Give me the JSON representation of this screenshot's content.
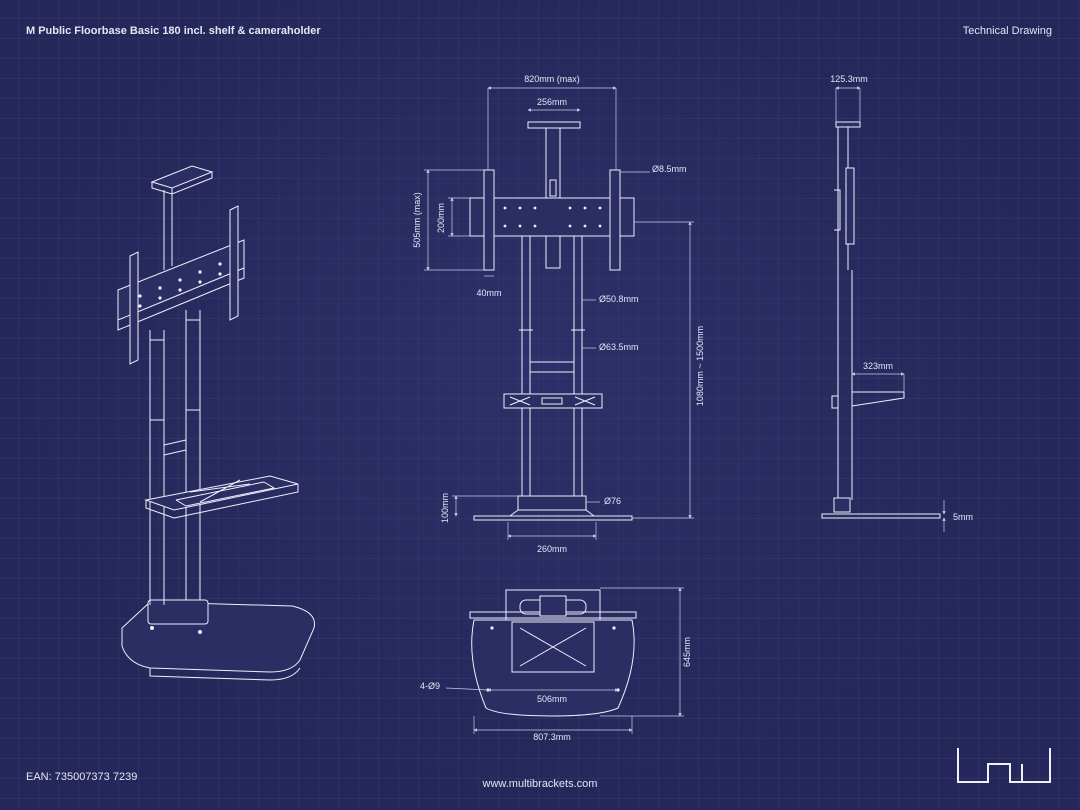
{
  "header": {
    "title": "M Public Floorbase Basic 180 incl. shelf & cameraholder",
    "subtitle": "Technical Drawing"
  },
  "footer": {
    "ean": "EAN: 735007373 7239",
    "url": "www.multibrackets.com"
  },
  "dimensions": {
    "front": {
      "width_max": "820mm (max)",
      "camera_width": "256mm",
      "height_max": "505mm (max)",
      "inner_height": "200mm",
      "bracket_offset": "40mm",
      "hole_diameter": "Ø8.5mm",
      "upper_pole": "Ø50.8mm",
      "lower_pole": "Ø63.5mm",
      "total_height": "1080mm ~ 1500mm",
      "foot_pole": "Ø76",
      "shelf_height": "100mm",
      "base_width": "260mm"
    },
    "side": {
      "camera_depth": "125.3mm",
      "shelf_depth": "323mm",
      "base_thickness": "5mm"
    },
    "top": {
      "depth": "645mm",
      "holes": "4-Ø9",
      "inner_width": "506mm",
      "outer_width": "807.3mm"
    }
  },
  "colors": {
    "background": "#25275a",
    "line": "#eef0fb"
  },
  "logo": "LML"
}
